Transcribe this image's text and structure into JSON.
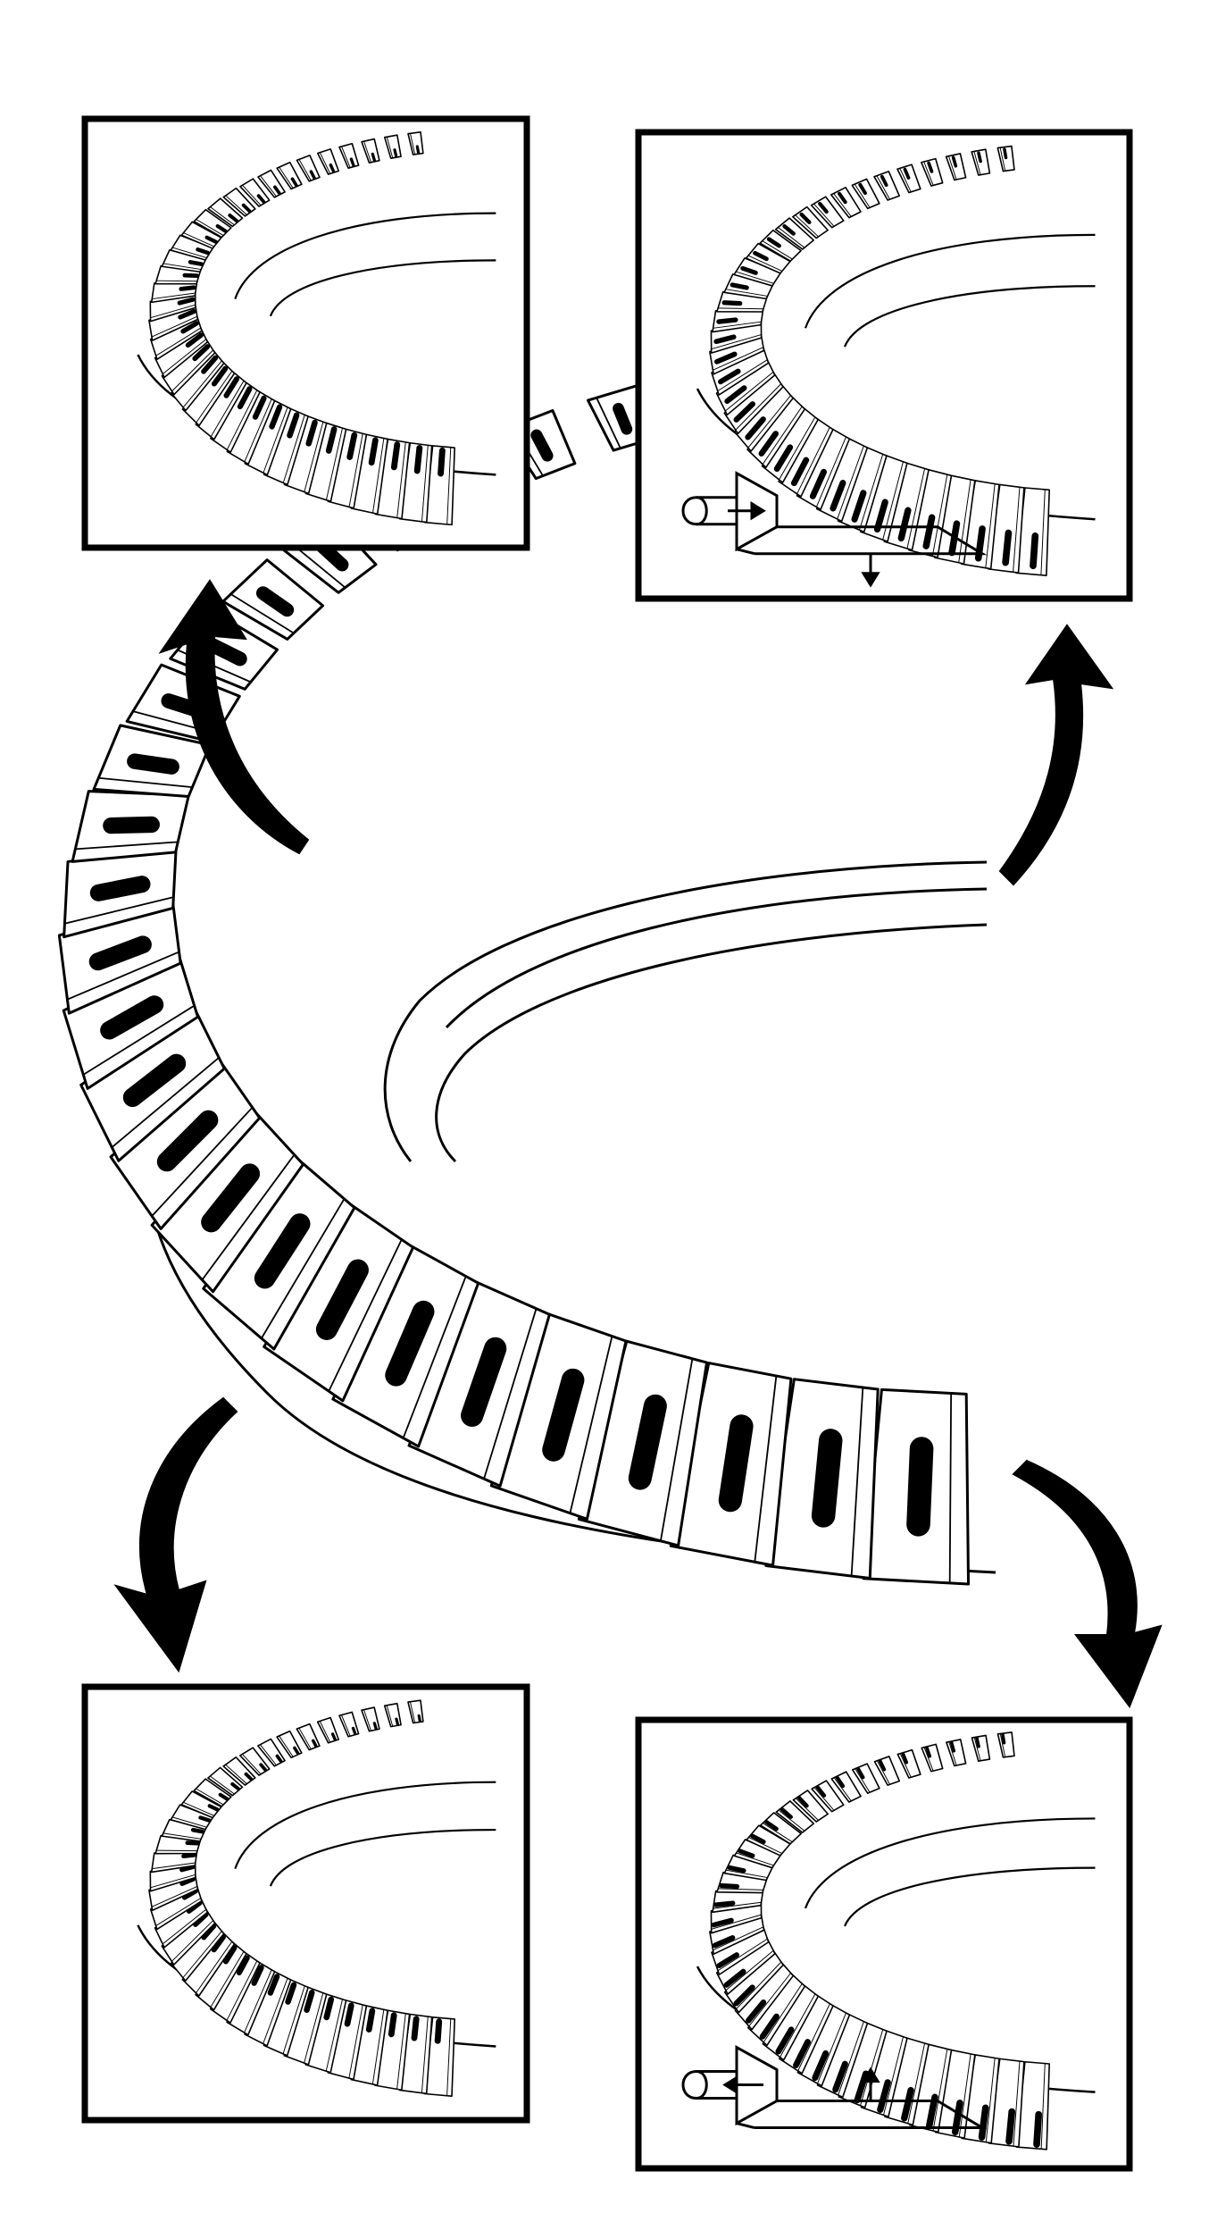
{
  "diagram": {
    "kind": "bevel ring gear tooth contact pattern illustration",
    "ink_color": "#000000",
    "paper_color": "#ffffff",
    "center_gear": {
      "tooth_count_visible": 26,
      "contact_pattern": "centered"
    },
    "panels": [
      {
        "id": "top-left",
        "contact_pattern": "toe",
        "has_shim_diagram": false
      },
      {
        "id": "top-right",
        "contact_pattern": "heel",
        "has_shim_diagram": true,
        "shim_arrows": [
          "right",
          "down"
        ]
      },
      {
        "id": "bottom-left",
        "contact_pattern": "toe-low",
        "has_shim_diagram": false
      },
      {
        "id": "bottom-right",
        "contact_pattern": "heel-high",
        "has_shim_diagram": true,
        "shim_arrows": [
          "left",
          "up"
        ]
      }
    ],
    "arrows": [
      {
        "id": "to-top-left",
        "icon": "curved-arrow-up-left"
      },
      {
        "id": "to-top-right",
        "icon": "curved-arrow-up-right"
      },
      {
        "id": "to-bottom-left",
        "icon": "curved-arrow-down-left"
      },
      {
        "id": "to-bottom-right",
        "icon": "curved-arrow-down-right"
      }
    ]
  }
}
